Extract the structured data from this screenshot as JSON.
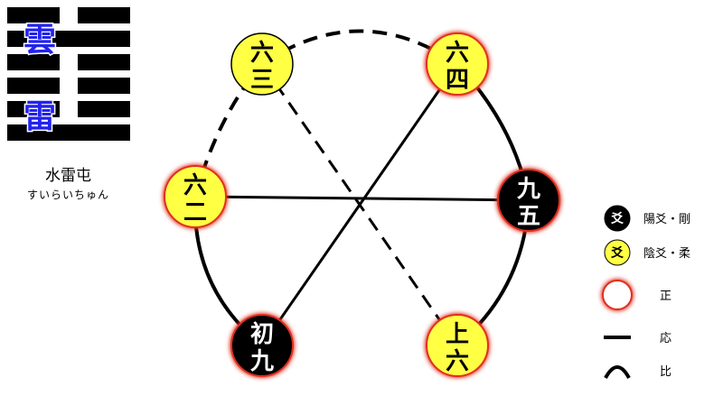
{
  "hexagram": {
    "upper_trigram": "雲",
    "lower_trigram": "雷",
    "name": "水雷屯",
    "reading": "すいらいちゅん",
    "lines_top_to_bottom": [
      "yin",
      "yang",
      "yin",
      "yin",
      "yin",
      "yang"
    ]
  },
  "nodes": [
    {
      "id": "shoku",
      "top": "初",
      "bottom": "九",
      "kind": "yang",
      "correct": true
    },
    {
      "id": "ni",
      "top": "六",
      "bottom": "二",
      "kind": "yin",
      "correct": true
    },
    {
      "id": "san",
      "top": "六",
      "bottom": "三",
      "kind": "yin",
      "correct": false
    },
    {
      "id": "shi",
      "top": "六",
      "bottom": "四",
      "kind": "yin",
      "correct": true
    },
    {
      "id": "go",
      "top": "九",
      "bottom": "五",
      "kind": "yang",
      "correct": true
    },
    {
      "id": "jo",
      "top": "上",
      "bottom": "六",
      "kind": "yin",
      "correct": true
    }
  ],
  "connections": {
    "correspond": [
      {
        "from": "shoku",
        "to": "shi",
        "style": "solid"
      },
      {
        "from": "ni",
        "to": "go",
        "style": "solid"
      },
      {
        "from": "san",
        "to": "jo",
        "style": "dashed"
      }
    ],
    "adjacent": [
      {
        "from": "shoku",
        "to": "ni",
        "style": "solid"
      },
      {
        "from": "ni",
        "to": "san",
        "style": "dashed"
      },
      {
        "from": "san",
        "to": "shi",
        "style": "dashed"
      },
      {
        "from": "shi",
        "to": "go",
        "style": "solid"
      },
      {
        "from": "go",
        "to": "jo",
        "style": "solid"
      }
    ]
  },
  "legend": [
    {
      "symbol": "爻",
      "kind": "yang",
      "label": "陽爻・剛"
    },
    {
      "symbol": "爻",
      "kind": "yin",
      "label": "陰爻・柔"
    },
    {
      "symbol": "",
      "kind": "correct",
      "label": "正"
    },
    {
      "symbol": "",
      "kind": "line",
      "label": "応"
    },
    {
      "symbol": "",
      "kind": "arc",
      "label": "比"
    }
  ],
  "colors": {
    "yin_fill": "#ffff44",
    "yang_fill": "#000000",
    "correct_glow": "#e03020",
    "trigram_text": "#2222ee",
    "line": "#000000"
  }
}
